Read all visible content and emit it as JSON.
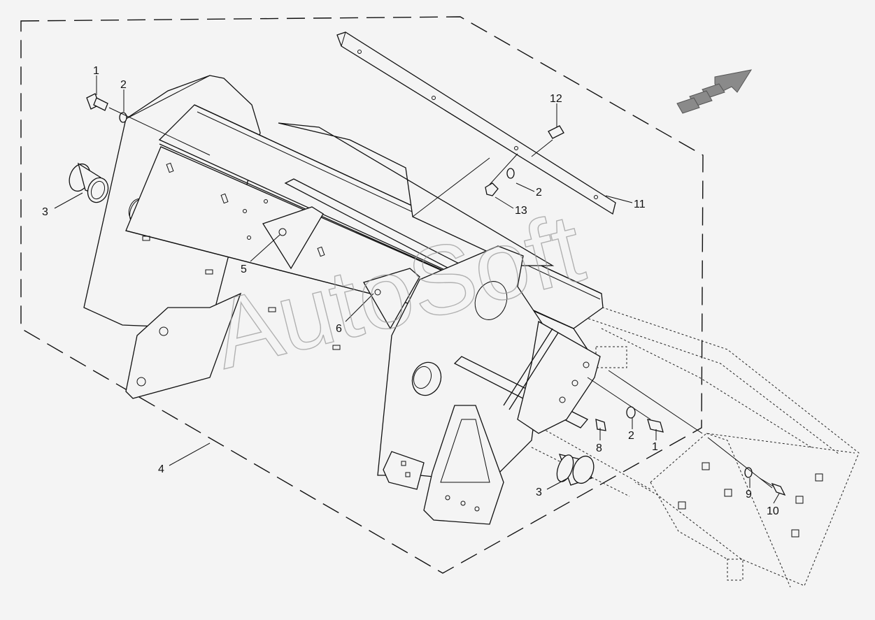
{
  "watermark": "AutoSoft",
  "callouts": {
    "c1_top": "1",
    "c2_top": "2",
    "c3_left": "3",
    "c4": "4",
    "c5": "5",
    "c6": "6",
    "c12": "12",
    "c2_mid": "2",
    "c13": "13",
    "c11": "11",
    "c8": "8",
    "c2_right": "2",
    "c1_right": "1",
    "c3_bottom": "3",
    "c9": "9",
    "c10": "10"
  },
  "icons": {
    "direction_arrow": "forward-direction-arrow-icon"
  },
  "colors": {
    "background": "#f4f4f4",
    "line": "#111111",
    "arrow_fill": "#8a8a8a",
    "watermark": "#9a9a9a"
  }
}
